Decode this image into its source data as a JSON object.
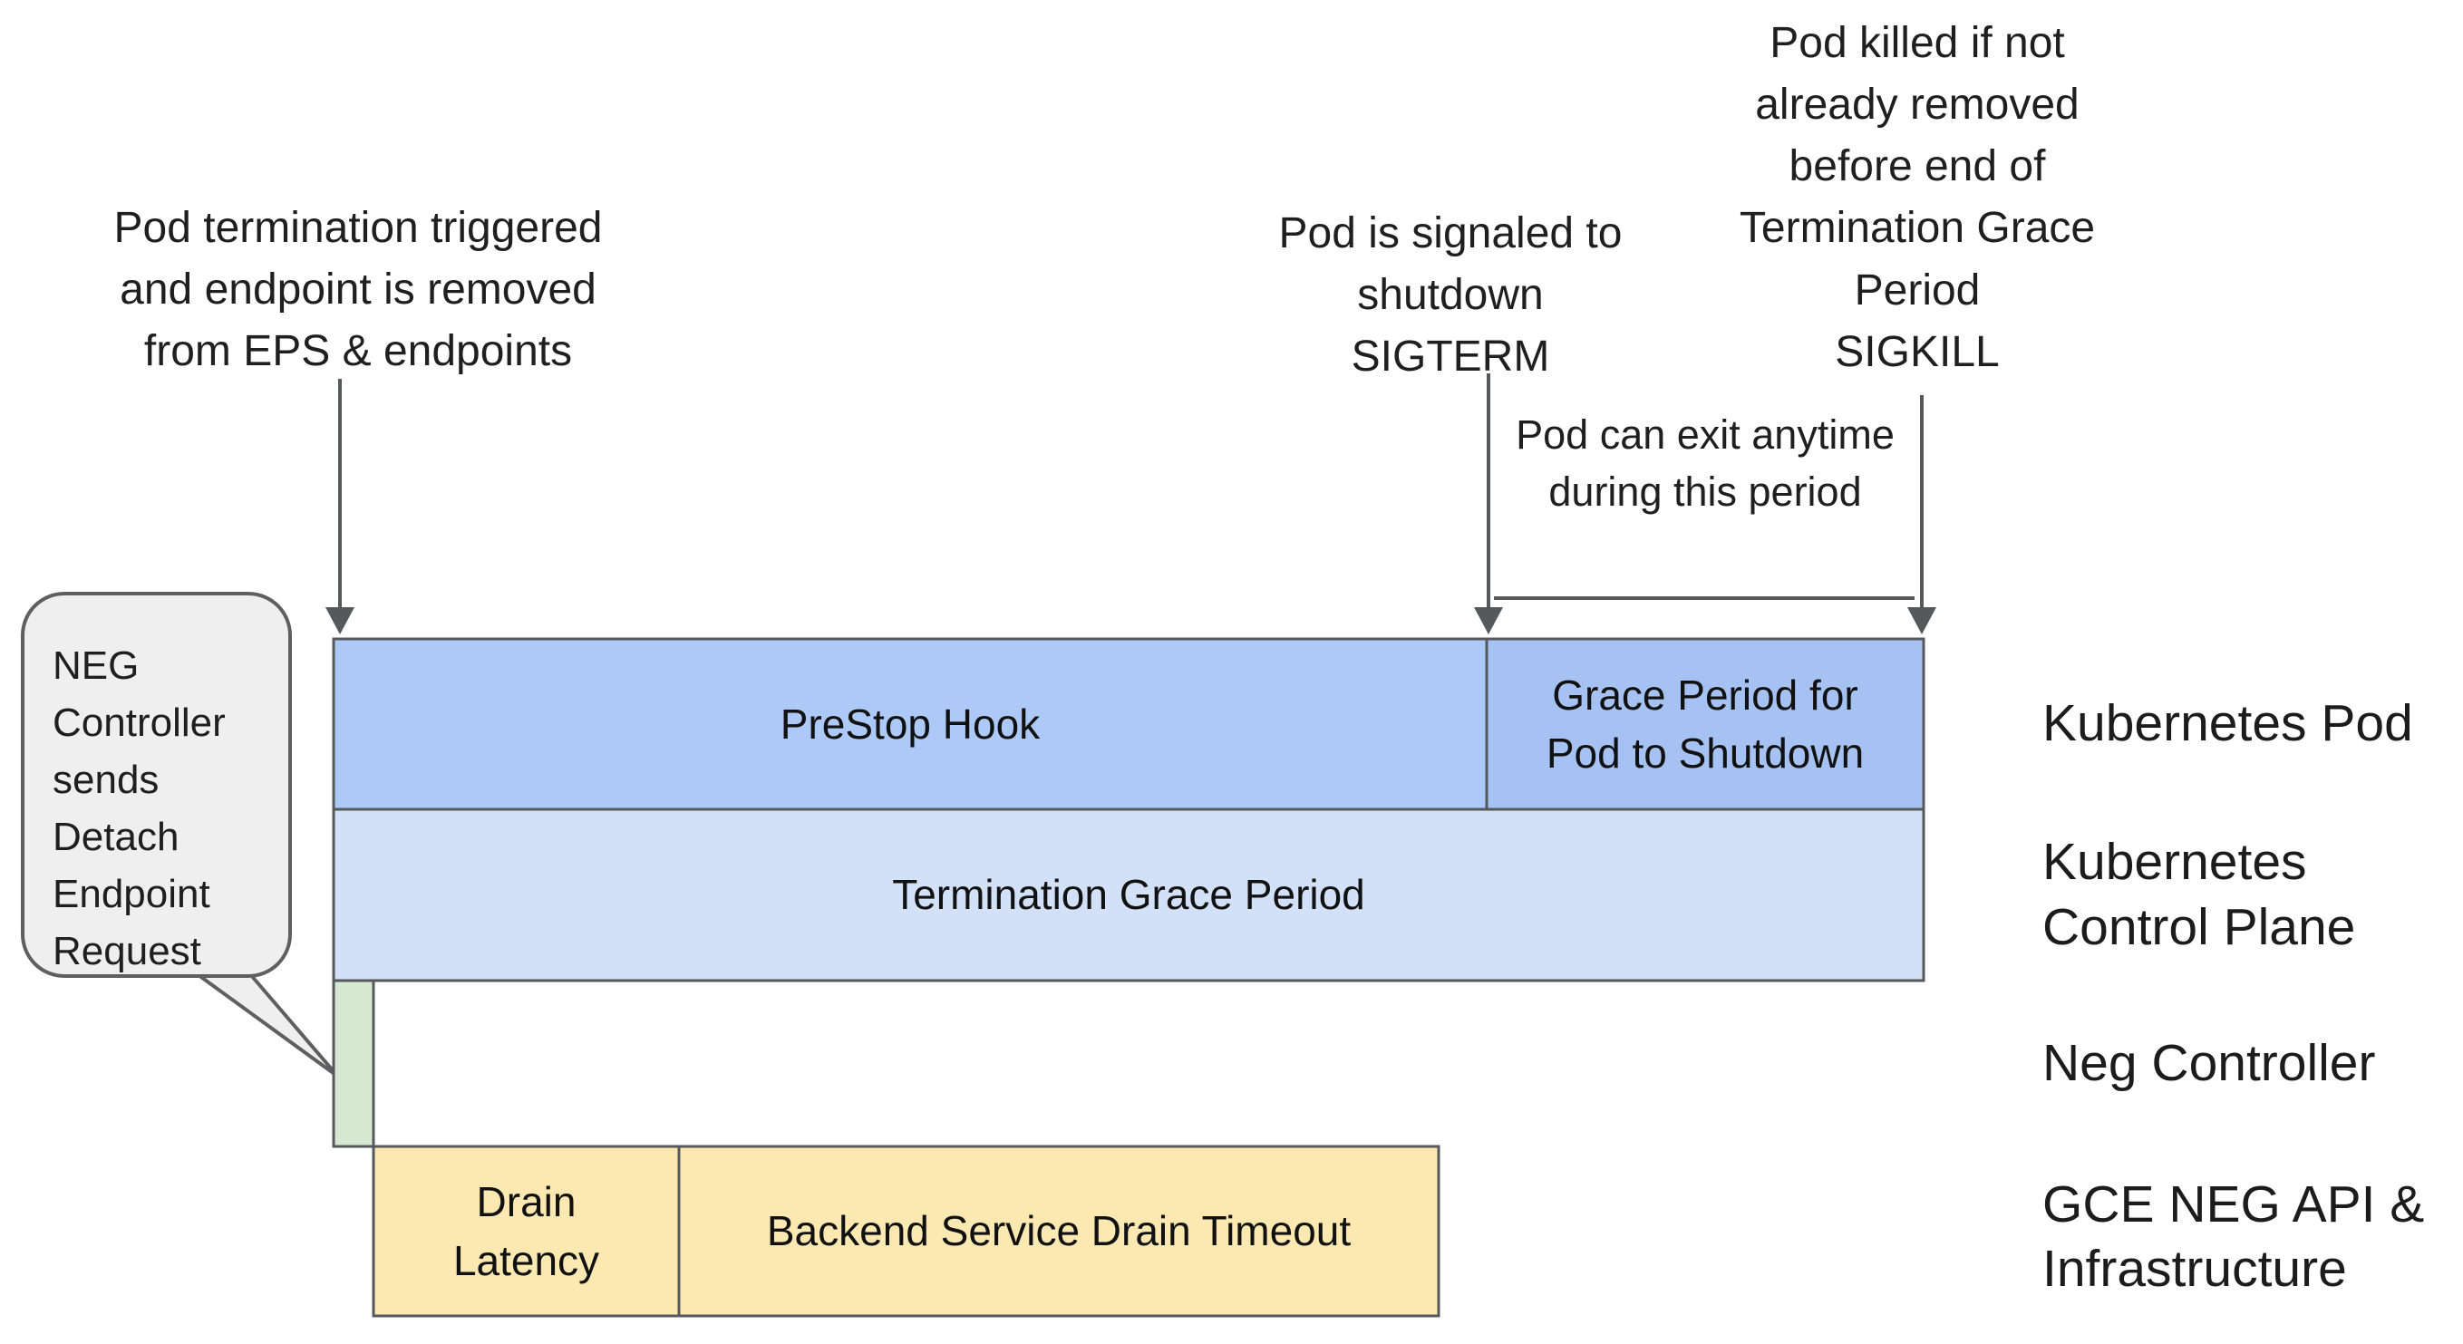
{
  "annotations": {
    "pod_termination": {
      "lines": [
        "Pod termination triggered",
        "and endpoint is removed",
        "from EPS & endpoints"
      ]
    },
    "sigterm": {
      "lines": [
        "Pod is signaled to",
        "shutdown",
        "SIGTERM"
      ]
    },
    "sigkill": {
      "lines": [
        "Pod killed if not",
        "already removed",
        "before end of",
        "Termination Grace",
        "Period",
        "SIGKILL"
      ]
    },
    "pod_can_exit": {
      "lines": [
        "Pod can exit anytime",
        "during this period"
      ]
    }
  },
  "callout": {
    "lines": [
      "NEG",
      "Controller",
      "sends",
      "Detach",
      "Endpoint",
      "Request"
    ]
  },
  "timeline": {
    "prestop_label": "PreStop Hook",
    "grace_period": {
      "lines": [
        "Grace Period for",
        "Pod to Shutdown"
      ]
    },
    "termination_grace_label": "Termination Grace Period",
    "drain_latency": {
      "lines": [
        "Drain",
        "Latency"
      ]
    },
    "backend_drain_label": "Backend Service Drain Timeout"
  },
  "lanes": {
    "kubernetes_pod": "Kubernetes Pod",
    "control_plane": {
      "lines": [
        "Kubernetes",
        "Control Plane"
      ]
    },
    "neg_controller": "Neg Controller",
    "gce": {
      "lines": [
        "GCE NEG API &",
        "Infrastructure"
      ]
    }
  },
  "colors": {
    "prestop_blue": "#adc9f8",
    "grace_blue": "#a5c2f3",
    "termination_blue": "#d2e0f8",
    "neg_green": "#d6e8d2",
    "drain_yellow": "#fce9b2",
    "callout_grey": "#efefef",
    "line_grey": "#56585c",
    "text_dark": "#1f1f1f"
  }
}
